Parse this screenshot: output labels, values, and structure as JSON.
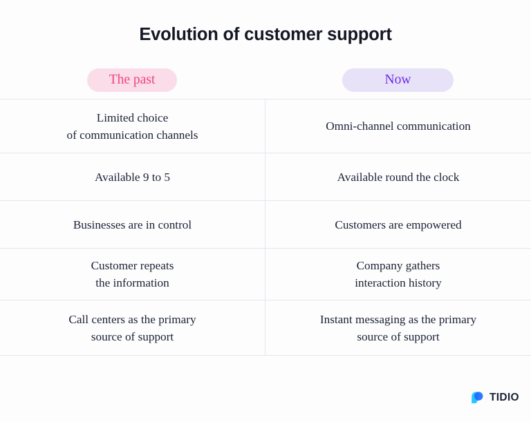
{
  "page": {
    "title": "Evolution of customer support",
    "background_color": "#fdfdfd",
    "title_color": "#141824"
  },
  "columns": [
    {
      "id": "past",
      "label": "The past",
      "pill_background": "#fbdce9",
      "pill_text_color": "#f0447f"
    },
    {
      "id": "now",
      "label": "Now",
      "pill_background": "#e7e2f8",
      "pill_text_color": "#6d2aea"
    }
  ],
  "table": {
    "divider_color": "#e2e6ef",
    "text_color": "#1b2235",
    "rows": [
      {
        "past_line1": "Limited choice",
        "past_line2": "of communication channels",
        "now_line1": "Omni-channel communication",
        "now_line2": ""
      },
      {
        "past_line1": "Available 9 to 5",
        "past_line2": "",
        "now_line1": "Available round the clock",
        "now_line2": ""
      },
      {
        "past_line1": "Businesses are in control",
        "past_line2": "",
        "now_line1": "Customers are empowered",
        "now_line2": ""
      },
      {
        "past_line1": "Customer repeats",
        "past_line2": "the information",
        "now_line1": "Company gathers",
        "now_line2": "interaction history"
      },
      {
        "past_line1": "Call centers as the primary",
        "past_line2": "source of support",
        "now_line1": "Instant messaging as the primary",
        "now_line2": "source of support"
      }
    ]
  },
  "branding": {
    "wordmark": "TIDIO",
    "mark_icon": "tidio-logo-icon",
    "mark_color_dark": "#1a6dff",
    "mark_color_light": "#29c5ff",
    "wordmark_color": "#1b2235"
  }
}
